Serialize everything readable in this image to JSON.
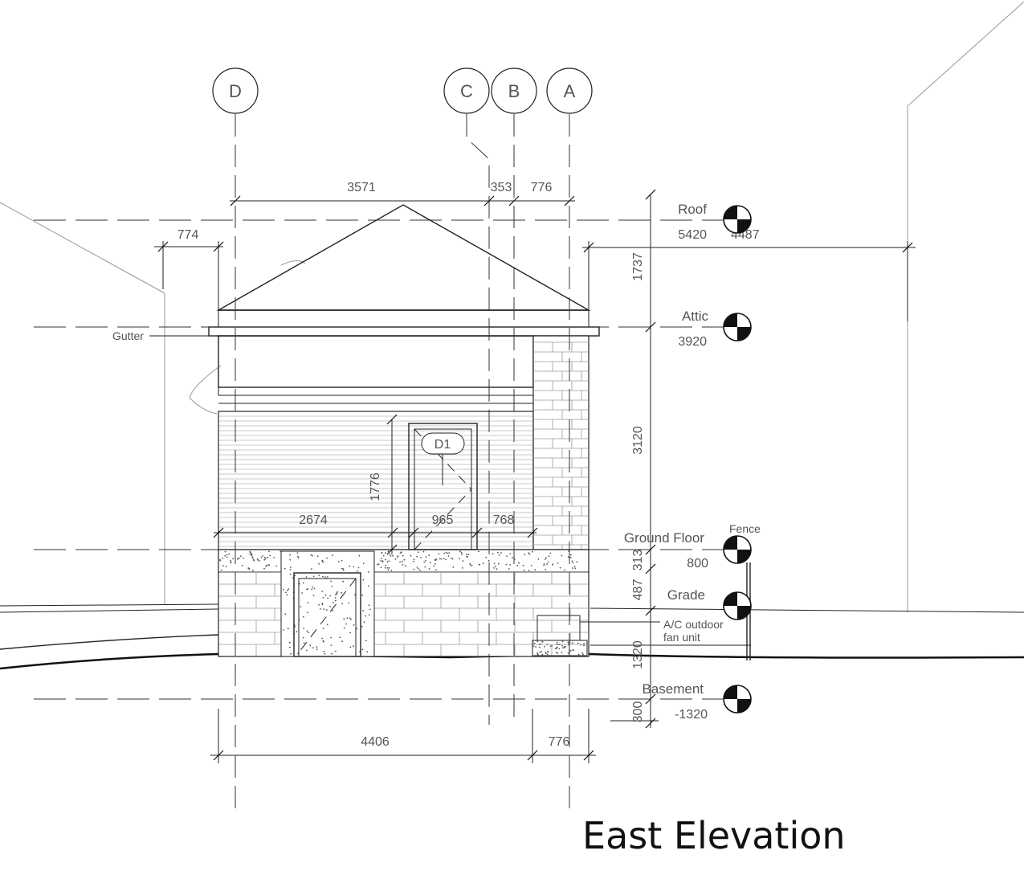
{
  "title": "East Elevation",
  "gridlines": [
    "D",
    "C",
    "B",
    "A"
  ],
  "levels": [
    {
      "name": "Roof",
      "value": "5420"
    },
    {
      "name": "Attic",
      "value": "3920"
    },
    {
      "name": "Ground Floor",
      "value": "800"
    },
    {
      "name": "Grade",
      "value": ""
    },
    {
      "name": "Basement",
      "value": "-1320"
    }
  ],
  "roof_extra_value": "4487",
  "dimensions": {
    "top": [
      "3571",
      "353",
      "776"
    ],
    "eave_left": "774",
    "vertical": [
      "1737",
      "3120",
      "313",
      "487",
      "1320",
      "300"
    ],
    "floor": [
      "2674",
      "965",
      "768"
    ],
    "door_height": "1776",
    "bottom": [
      "4406",
      "776"
    ]
  },
  "tags": {
    "door": "D1"
  },
  "notes": {
    "gutter": "Gutter",
    "fence": "Fence",
    "ac_line1": "A/C outdoor",
    "ac_line2": "fan unit"
  }
}
